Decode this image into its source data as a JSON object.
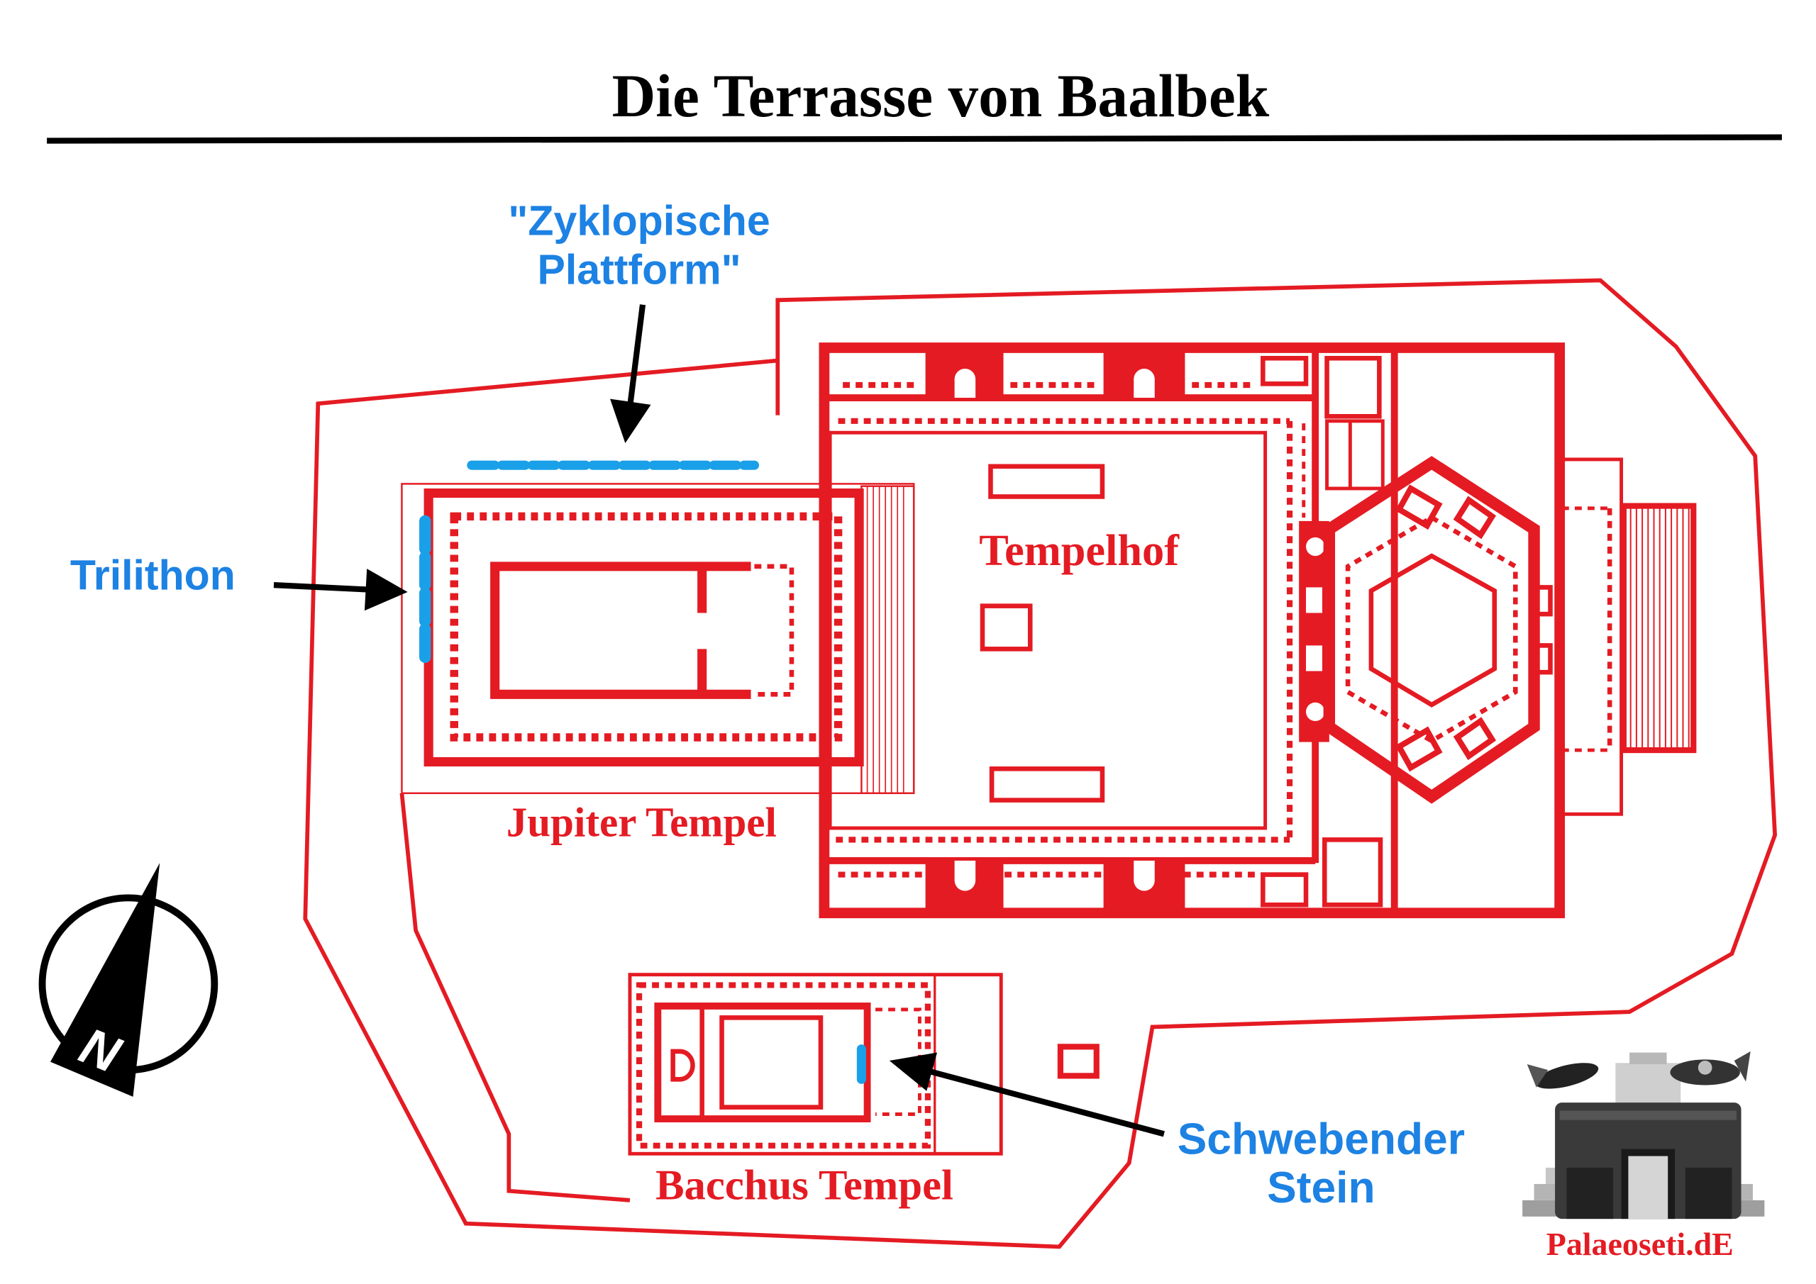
{
  "title": "Die Terrasse von Baalbek",
  "labels": {
    "cyclopean_platform_line1": "\"Zyklopische",
    "cyclopean_platform_line2": "Plattform\"",
    "trilithon": "Trilithon",
    "tempelhof": "Tempelhof",
    "jupiter_temple": "Jupiter Tempel",
    "bacchus_temple": "Bacchus Tempel",
    "floating_stone_line1": "Schwebender",
    "floating_stone_line2": "Stein"
  },
  "compass": {
    "letter": "N",
    "icon": "north-arrow-icon"
  },
  "logo": {
    "text": "Palaeoseti.dE",
    "icon": "pyramid-spaceship-logo-icon"
  },
  "colors": {
    "plan_red": "#e41b23",
    "label_blue": "#1d82e3",
    "marker_blue": "#1aa0e8",
    "ink": "#000000"
  }
}
